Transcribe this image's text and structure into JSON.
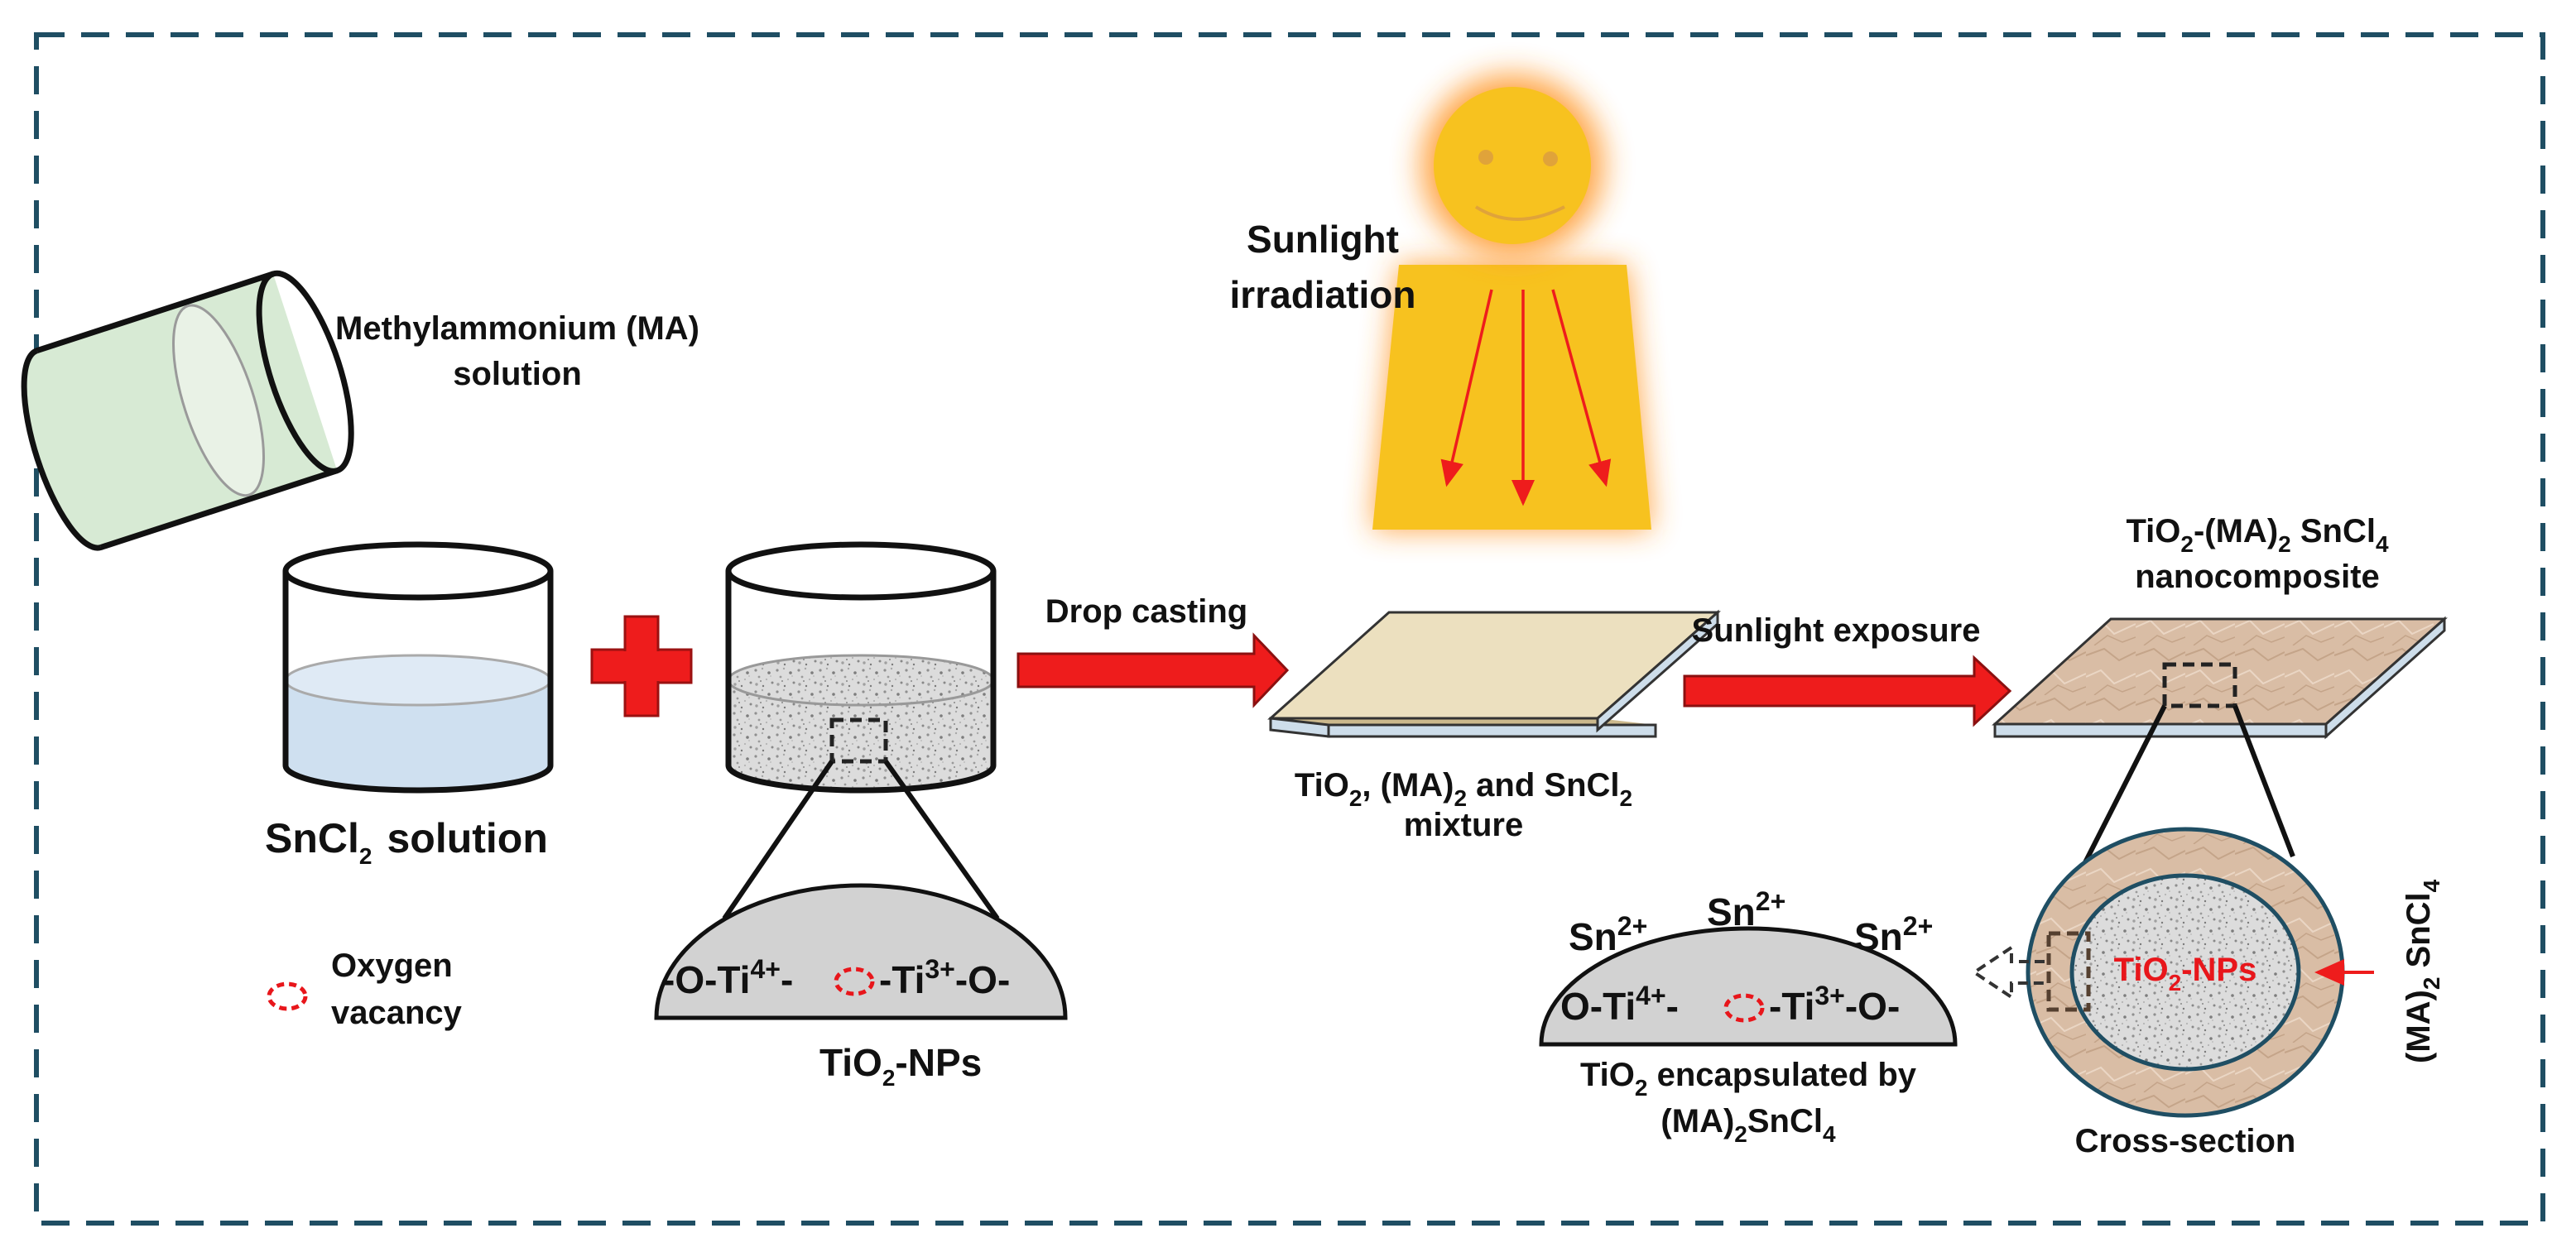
{
  "colors": {
    "frame_dash": "#1f4e63",
    "arrow_red": "#ee1c1c",
    "sun_yellow": "#f7c21f",
    "sun_glow": "#ff9a2e",
    "solution_blue": "#cfe0f0",
    "ma_green": "#d7ead4",
    "film_beige": "#ece0bf",
    "composite_tan": "#d8b9a0",
    "nps_gray": "#d2d2d2",
    "vacancy_red": "#e8161b"
  },
  "labels": {
    "ma_solution_line1": "Methylammonium (MA)",
    "ma_solution_line2": "solution",
    "sncl2_main": "SnCl",
    "sncl2_sub": "2",
    "sncl2_rest": "solution",
    "oxygen_line1": "Oxygen",
    "oxygen_line2": "vacancy",
    "sunlight_line1": "Sunlight",
    "sunlight_line2": "irradiation",
    "drop_casting": "Drop casting",
    "sunlight_exposure": "Sunlight exposure",
    "mixture_p1": "TiO",
    "mixture_s1": "2",
    "mixture_p2": ", (MA)",
    "mixture_s2": "2",
    "mixture_p3": " and SnCl",
    "mixture_s3": "2",
    "mixture_line2": "mixture",
    "nano_p1": "TiO",
    "nano_s1": "2",
    "nano_p2": "-(MA)",
    "nano_s2": "2",
    "nano_p3": " SnCl",
    "nano_s3": "4",
    "nano_line2": "nanocomposite",
    "tio2nps_main": "TiO",
    "tio2nps_sub": "2",
    "tio2nps_rest": "-NPs",
    "chain_a": "-O-Ti",
    "chain_a_sup": "4+",
    "chain_b": "-",
    "chain_c": "-Ti",
    "chain_c_sup": "3+",
    "chain_d": "-O-",
    "enc_a": "O-Ti",
    "enc_a_sup": "4+",
    "enc_b": "-",
    "enc_c": "-Ti",
    "enc_c_sup": "3+",
    "enc_d": "-O-",
    "sn_ion": "Sn",
    "sn_ion_sup": "2+",
    "encap_p1": "TiO",
    "encap_s1": "2",
    "encap_p2": " encapsulated by",
    "encap_p3": "(MA)",
    "encap_s3": "2",
    "encap_p4": "SnCl",
    "encap_s4": "4",
    "core_p1": "TiO",
    "core_s1": "2",
    "core_p2": "-NPs",
    "side_p1": "(MA)",
    "side_s1": "2",
    "side_p2": " SnCl",
    "side_s2": "4",
    "cross_section": "Cross-section"
  }
}
